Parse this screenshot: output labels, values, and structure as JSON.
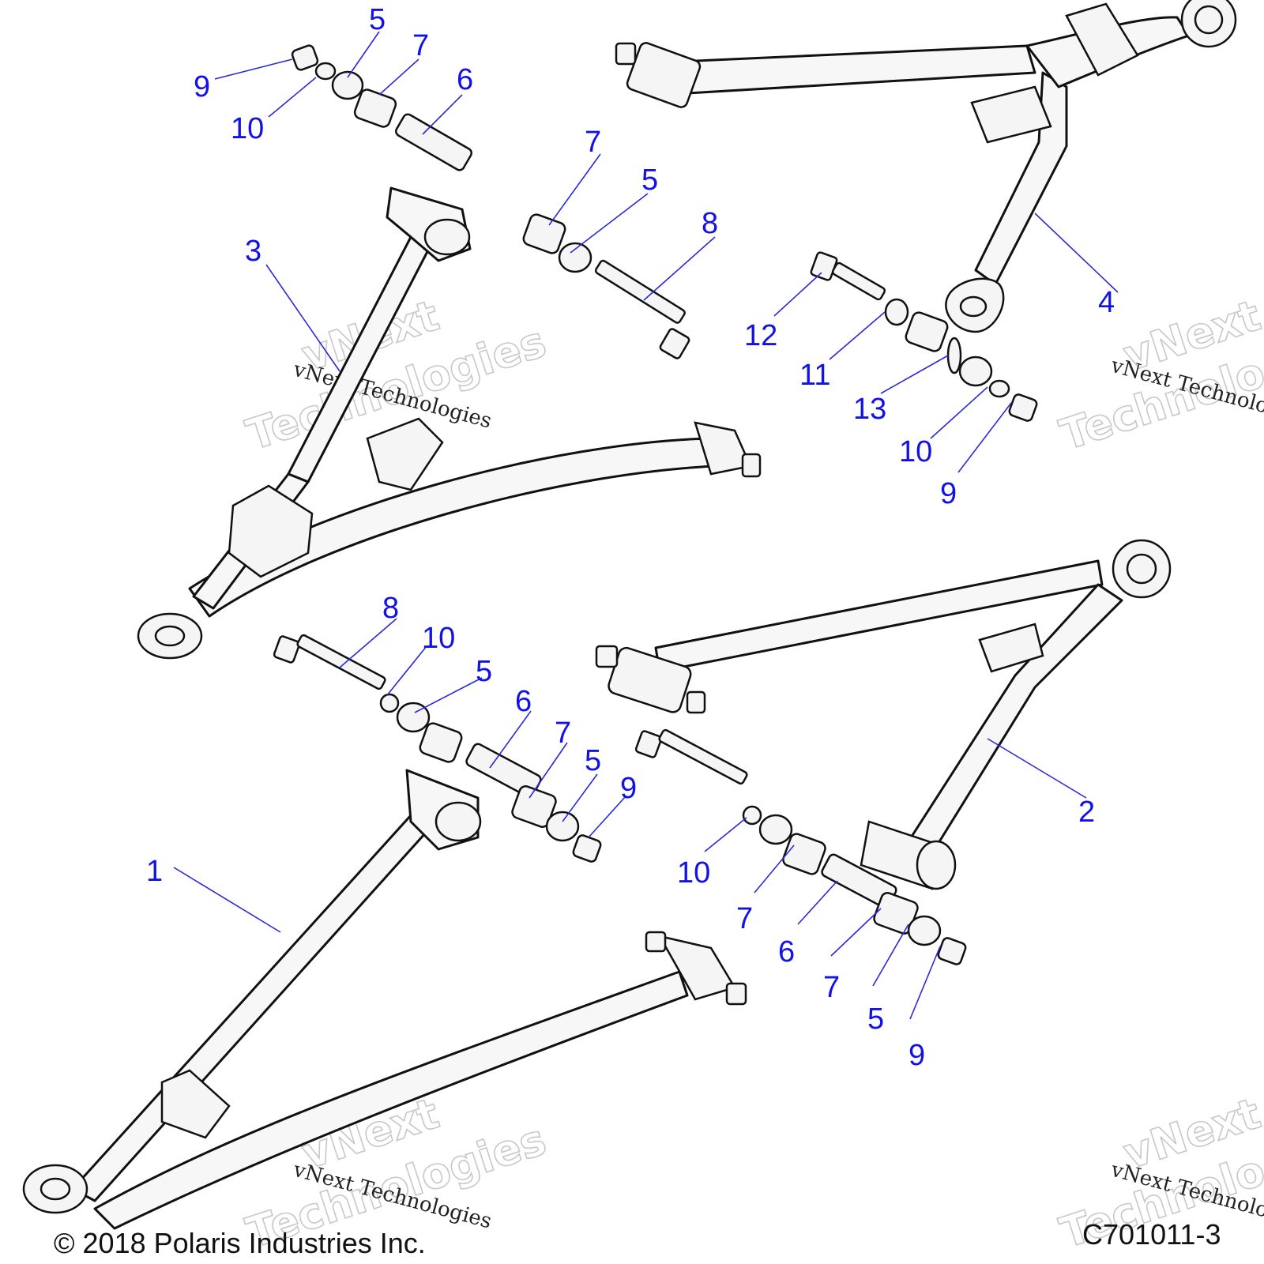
{
  "callouts": [
    {
      "id": "c-9-a",
      "label": "9"
    },
    {
      "id": "c-10-a",
      "label": "10"
    },
    {
      "id": "c-5-a",
      "label": "5"
    },
    {
      "id": "c-7-a",
      "label": "7"
    },
    {
      "id": "c-6-a",
      "label": "6"
    },
    {
      "id": "c-7-b",
      "label": "7"
    },
    {
      "id": "c-5-b",
      "label": "5"
    },
    {
      "id": "c-8-a",
      "label": "8"
    },
    {
      "id": "c-3",
      "label": "3"
    },
    {
      "id": "c-4",
      "label": "4"
    },
    {
      "id": "c-12",
      "label": "12"
    },
    {
      "id": "c-11",
      "label": "11"
    },
    {
      "id": "c-13",
      "label": "13"
    },
    {
      "id": "c-10-b",
      "label": "10"
    },
    {
      "id": "c-9-b",
      "label": "9"
    },
    {
      "id": "c-8-b",
      "label": "8"
    },
    {
      "id": "c-10-c",
      "label": "10"
    },
    {
      "id": "c-5-c",
      "label": "5"
    },
    {
      "id": "c-6-b",
      "label": "6"
    },
    {
      "id": "c-7-c",
      "label": "7"
    },
    {
      "id": "c-5-d",
      "label": "5"
    },
    {
      "id": "c-9-c",
      "label": "9"
    },
    {
      "id": "c-2",
      "label": "2"
    },
    {
      "id": "c-1",
      "label": "1"
    },
    {
      "id": "c-10-d",
      "label": "10"
    },
    {
      "id": "c-7-d",
      "label": "7"
    },
    {
      "id": "c-6-c",
      "label": "6"
    },
    {
      "id": "c-7-e",
      "label": "7"
    },
    {
      "id": "c-5-e",
      "label": "5"
    },
    {
      "id": "c-9-d",
      "label": "9"
    }
  ],
  "watermark": {
    "script_text": "vNext Technologies",
    "outline_line1": "vNext",
    "outline_line2": "Technologies"
  },
  "footer": {
    "copyright": "© 2018 Polaris Industries Inc.",
    "drawing_number": "C701011-3"
  },
  "colors": {
    "callout": "#1212e6",
    "leader": "#2a2ad8",
    "line_art": "#111111",
    "watermark_outline": "#c8c8c8"
  }
}
